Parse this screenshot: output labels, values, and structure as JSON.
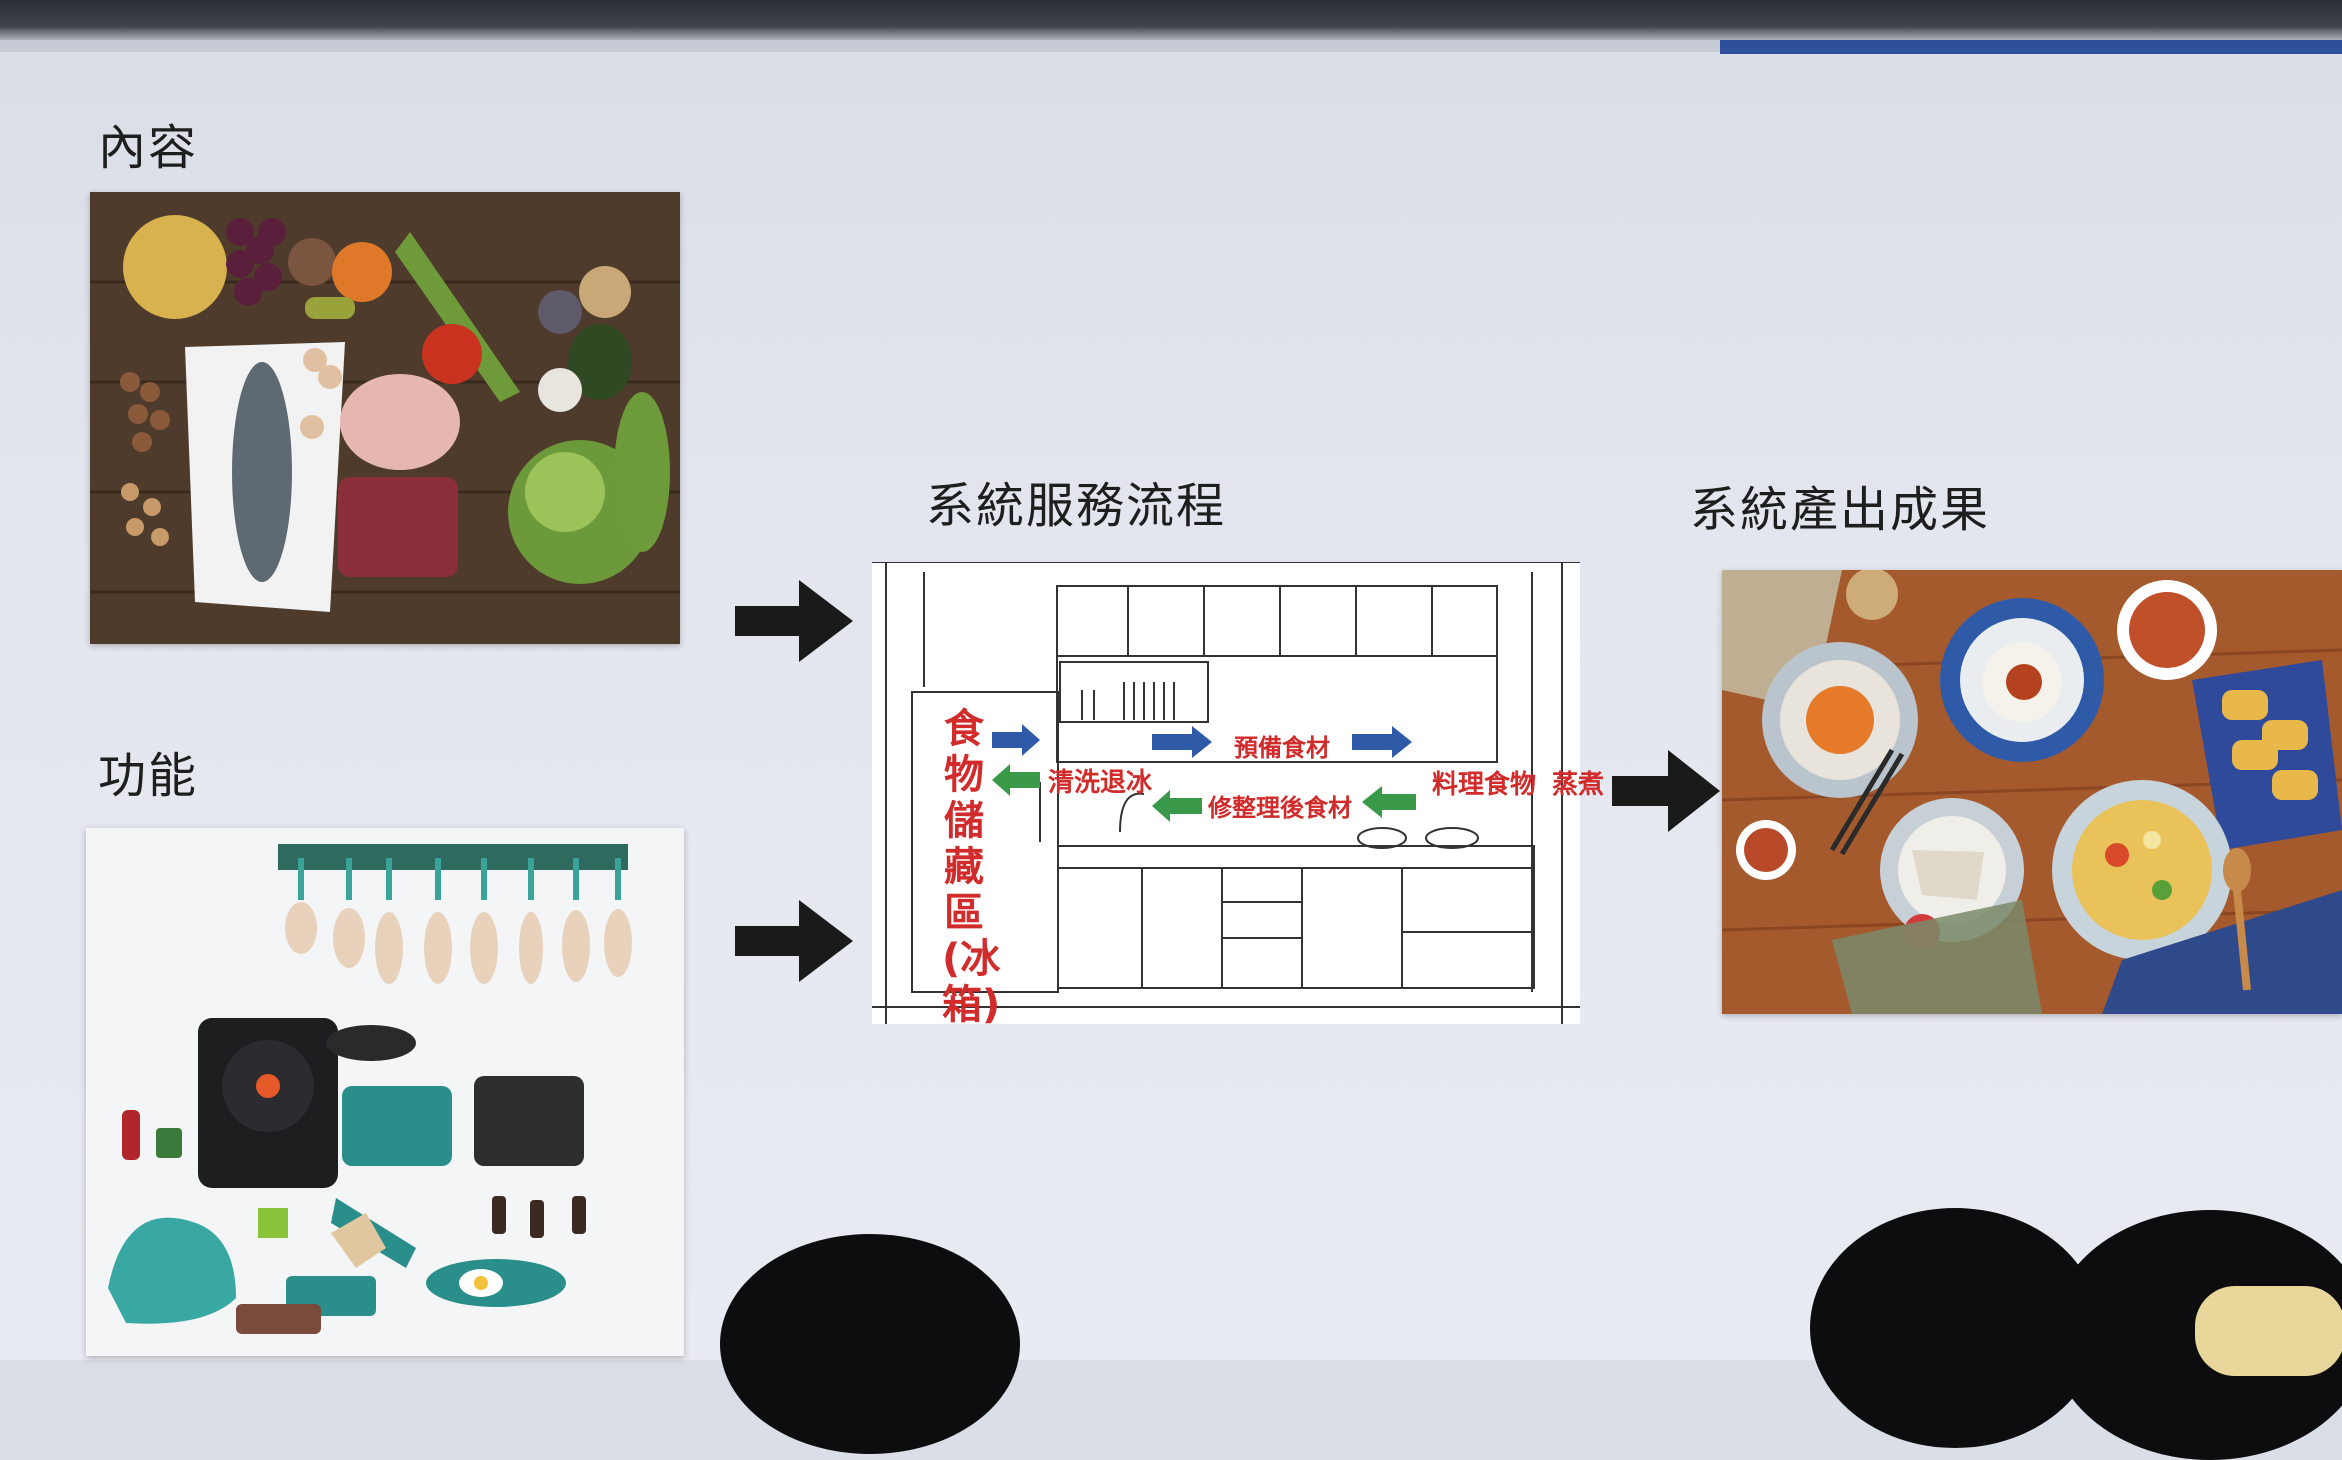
{
  "labels": {
    "content": "內容",
    "function": "功能",
    "process": "系統服務流程",
    "output": "系統產出成果"
  },
  "kitchen_diagram": {
    "storage": "食物儲藏區(冰箱)",
    "wash_thaw": "清洗退冰",
    "prep": "預備食材",
    "cook": "料理食物",
    "boil": "蒸煮",
    "after_prep": "修整理後食材"
  },
  "colors": {
    "slide_bg": "#e3e6ee",
    "accent_bar": "#2e4f9a",
    "diagram_text": "#d22b2b",
    "arrow_blue": "#2f5aa8",
    "arrow_green": "#3a9a4a"
  },
  "icons": [
    "arrow-right-icon"
  ]
}
